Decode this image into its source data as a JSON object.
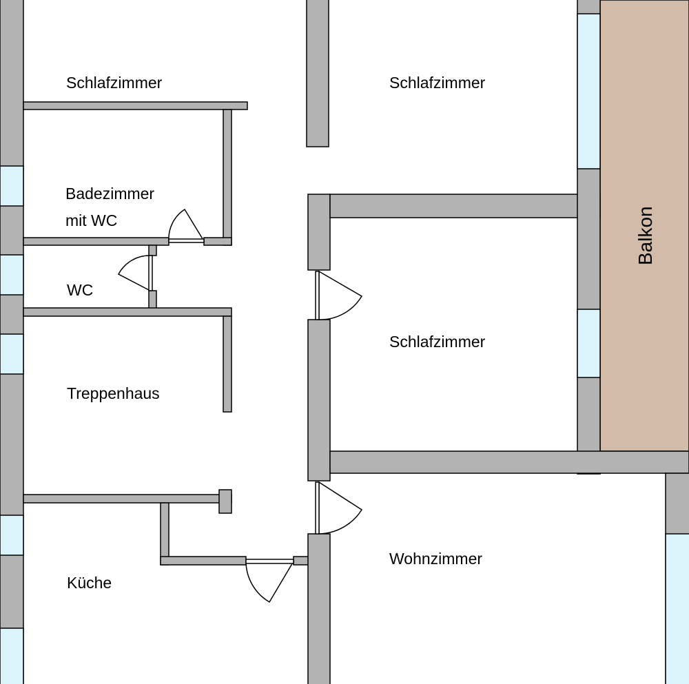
{
  "colors": {
    "wall": "#b3b3b3",
    "window": "#dcf5fd",
    "balcony": "#d2bba8",
    "floor": "#ffffff",
    "outline": "#000000"
  },
  "rooms": {
    "schlafzimmer_top_left": "Schlafzimmer",
    "schlafzimmer_top_right": "Schlafzimmer",
    "badezimmer_line1": "Badezimmer",
    "badezimmer_line2": "mit WC",
    "wc": "WC",
    "schlafzimmer_mid_right": "Schlafzimmer",
    "treppenhaus": "Treppenhaus",
    "wohnzimmer": "Wohnzimmer",
    "kueche": "Küche",
    "balkon": "Balkon"
  }
}
